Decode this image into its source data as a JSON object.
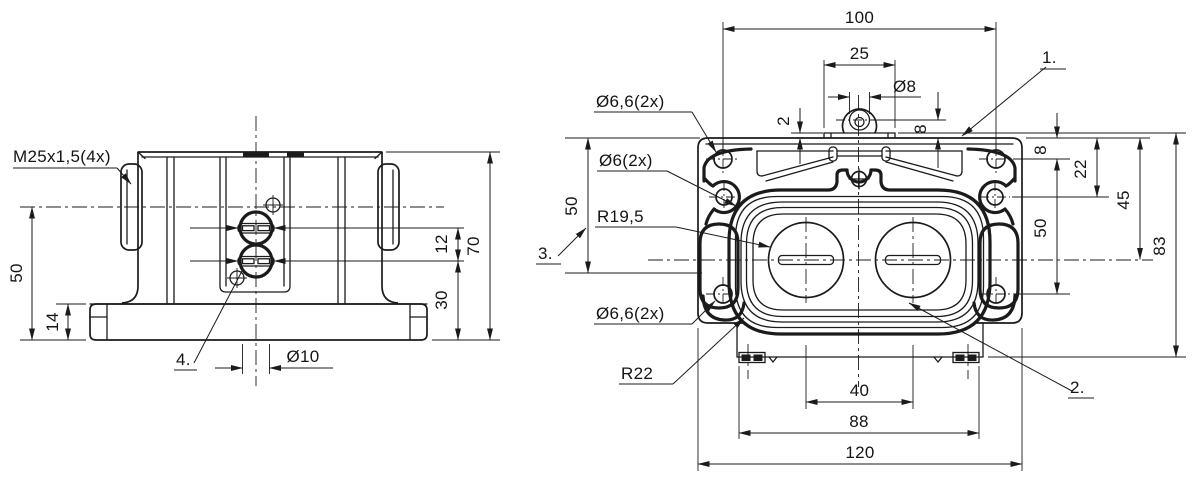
{
  "front_view": {
    "thread_label": "M25x1,5(4x)",
    "balloon_4": "4.",
    "dim_50": "50",
    "dim_14": "14",
    "dim_12": "12",
    "dim_30": "30",
    "dim_70": "70",
    "dim_dia10": "Ø10"
  },
  "top_view": {
    "balloon_1": "1.",
    "balloon_2": "2.",
    "balloon_3": "3.",
    "label_dia66_top": "Ø6,6(2x)",
    "label_dia6": "Ø6(2x)",
    "label_r19_5": "R19,5",
    "label_dia66_bottom": "Ø6,6(2x)",
    "label_r22": "R22",
    "dim_100": "100",
    "dim_25": "25",
    "dim_dia8": "Ø8",
    "dim_2": "2",
    "dim_8_top": "8",
    "dim_8_right": "8",
    "dim_22": "22",
    "dim_45": "45",
    "dim_50_right": "50",
    "dim_50_left": "50",
    "dim_83": "83",
    "dim_40": "40",
    "dim_88": "88",
    "dim_120": "120"
  }
}
